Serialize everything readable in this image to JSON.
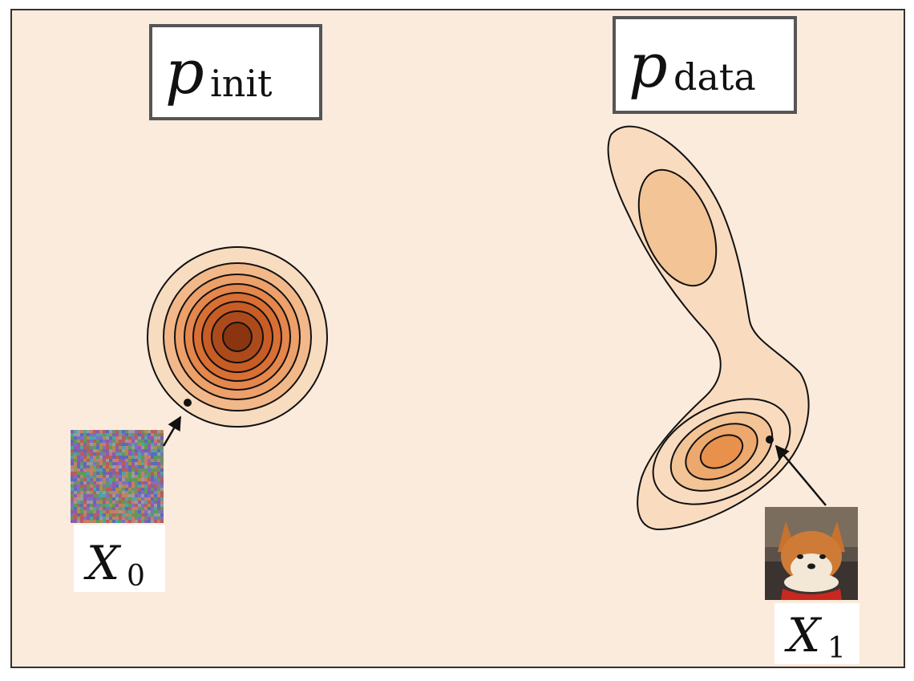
{
  "labels": {
    "p_init": {
      "main": "p",
      "sub": "init"
    },
    "p_data": {
      "main": "p",
      "sub": "data"
    },
    "x0": {
      "main": "X",
      "sub": "0"
    },
    "x1": {
      "main": "X",
      "sub": "1"
    }
  },
  "colors": {
    "background": "#faebdc",
    "frame": "#333333",
    "contour_line": "#111111",
    "init_levels": [
      "#f8dcc0",
      "#f2b88a",
      "#eda06a",
      "#e5864c",
      "#d96f33",
      "#c75c25",
      "#ad4a1b",
      "#8a3410"
    ],
    "data_levels": [
      "#f9dcc0",
      "#f3c495",
      "#eda86e",
      "#e8914c"
    ],
    "noise_palette": [
      "#b85c5c",
      "#5c9a5c",
      "#5c6ab8",
      "#a88f4e",
      "#8e5ca8",
      "#4fa3a3",
      "#9a9a9a",
      "#c77c6e",
      "#6e8e6e",
      "#7e6ec7"
    ]
  },
  "icons": {
    "noise": "noise-image-icon",
    "dog": "shiba-dog-photo-icon"
  }
}
